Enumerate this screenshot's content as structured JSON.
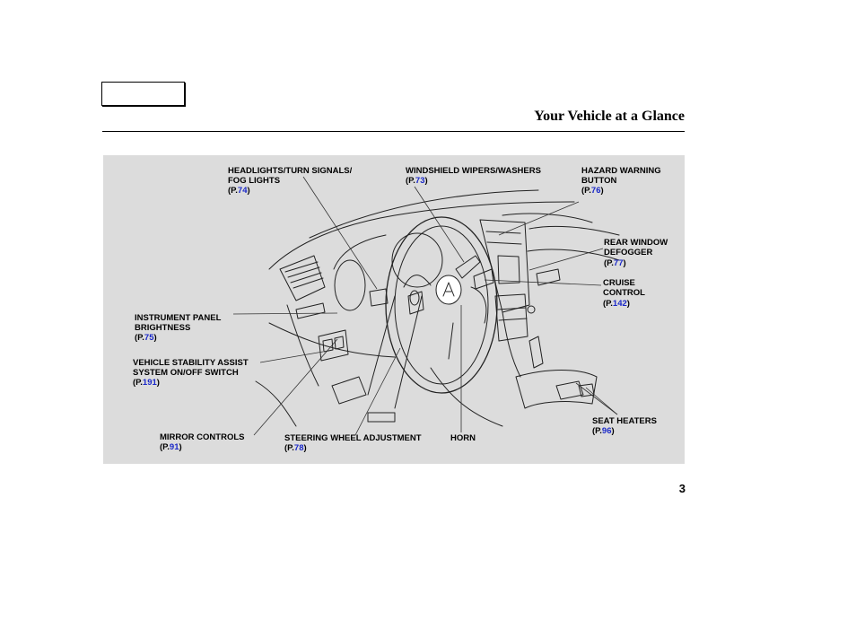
{
  "header": {
    "title": "Your Vehicle at a Glance"
  },
  "callouts": [
    {
      "id": "headlights",
      "lines": [
        "HEADLIGHTS/TURN SIGNALS/",
        "FOG LIGHTS"
      ],
      "page": "74"
    },
    {
      "id": "wipers",
      "lines": [
        "WINDSHIELD WIPERS/WASHERS"
      ],
      "page": "73"
    },
    {
      "id": "hazard",
      "lines": [
        "HAZARD WARNING",
        "BUTTON"
      ],
      "page": "76"
    },
    {
      "id": "rear-defogger",
      "lines": [
        "REAR WINDOW",
        "DEFOGGER"
      ],
      "page": "77"
    },
    {
      "id": "cruise",
      "lines": [
        "CRUISE",
        "CONTROL"
      ],
      "page": "142"
    },
    {
      "id": "panel-brightness",
      "lines": [
        "INSTRUMENT PANEL",
        "BRIGHTNESS"
      ],
      "page": "75"
    },
    {
      "id": "vsa",
      "lines": [
        "VEHICLE STABILITY ASSIST",
        "SYSTEM ON/OFF SWITCH"
      ],
      "page": "191"
    },
    {
      "id": "seat-heaters",
      "lines": [
        "SEAT HEATERS"
      ],
      "page": "96"
    },
    {
      "id": "mirror",
      "lines": [
        "MIRROR CONTROLS"
      ],
      "page": "91"
    },
    {
      "id": "steering-adjust",
      "lines": [
        "STEERING WHEEL ADJUSTMENT"
      ],
      "page": "78"
    },
    {
      "id": "horn",
      "lines": [
        "HORN"
      ],
      "page": ""
    }
  ],
  "page_number": "3",
  "colors": {
    "panel": "#dcdcdc",
    "page_ref": "#1a28c8",
    "text": "#000000"
  }
}
